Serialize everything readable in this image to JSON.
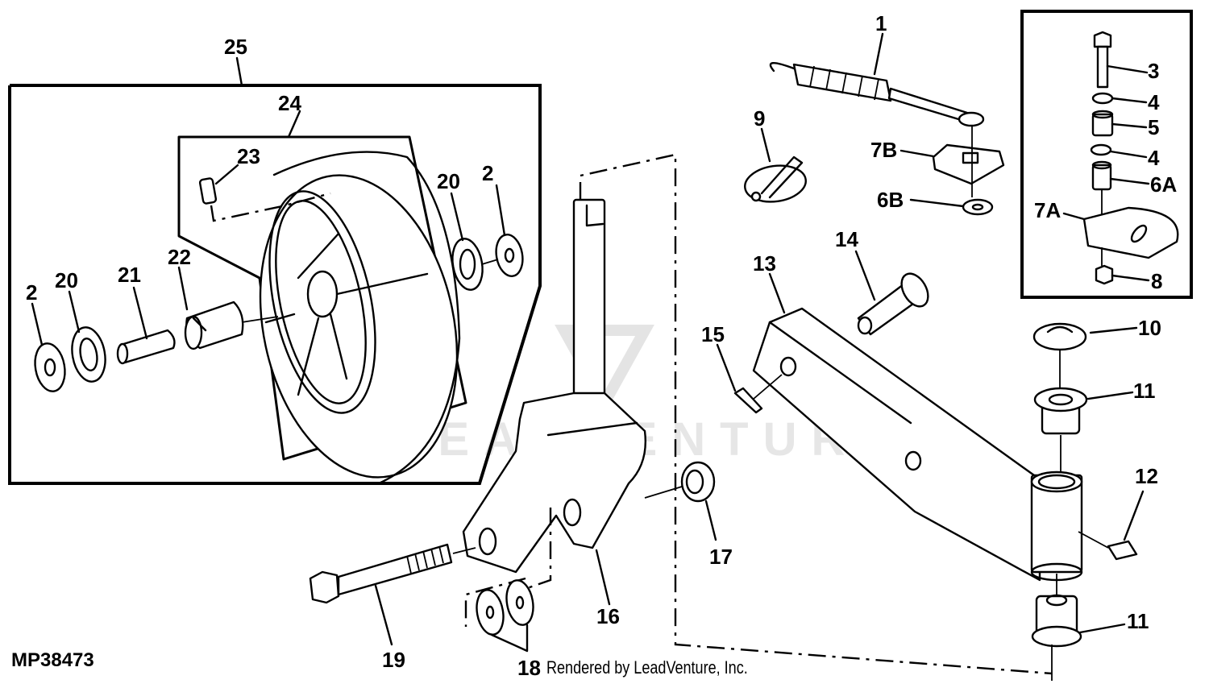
{
  "figure_id": "MP38473",
  "credit": "Rendered by LeadVenture, Inc.",
  "watermark": "LEADVENTURE",
  "callouts": {
    "c1": "1",
    "c2a": "2",
    "c2b": "2",
    "c3": "3",
    "c4a": "4",
    "c4b": "4",
    "c5": "5",
    "c6a": "6A",
    "c6b": "6B",
    "c7a": "7A",
    "c7b": "7B",
    "c8": "8",
    "c9": "9",
    "c10": "10",
    "c11a": "11",
    "c11b": "11",
    "c12": "12",
    "c13": "13",
    "c14": "14",
    "c15": "15",
    "c16": "16",
    "c17": "17",
    "c18": "18",
    "c19": "19",
    "c20a": "20",
    "c20b": "20",
    "c21": "21",
    "c22": "22",
    "c23": "23",
    "c24": "24",
    "c25": "25"
  }
}
